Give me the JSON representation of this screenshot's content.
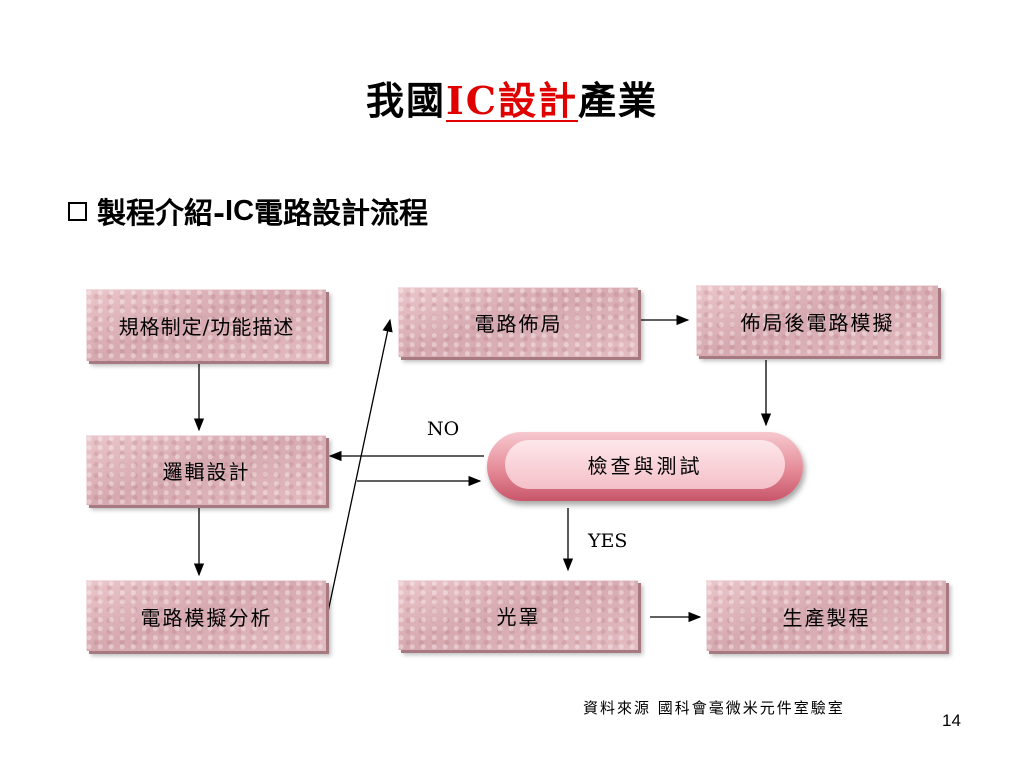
{
  "slide": {
    "title_prefix": "我國",
    "title_highlight": "IC設計",
    "title_suffix": "產業",
    "subtitle_pre": "製程介紹-",
    "subtitle_ic": "IC",
    "subtitle_post": "電路設計流程"
  },
  "flow": {
    "spec": "規格制定/功能描述",
    "logic": "邏輯設計",
    "sim": "電路模擬分析",
    "layout": "電路佈局",
    "postsim": "佈局後電路模擬",
    "check": "檢查與測試",
    "mask": "光罩",
    "fab": "生產製程",
    "no_label": "NO",
    "yes_label": "YES"
  },
  "footer": {
    "source": "資料來源  國科會毫微米元件室驗室",
    "page": "14"
  },
  "colors": {
    "title_accent": "#e00000",
    "box_fill": "#ddb0b7",
    "pill_fill": "#e58b98"
  }
}
